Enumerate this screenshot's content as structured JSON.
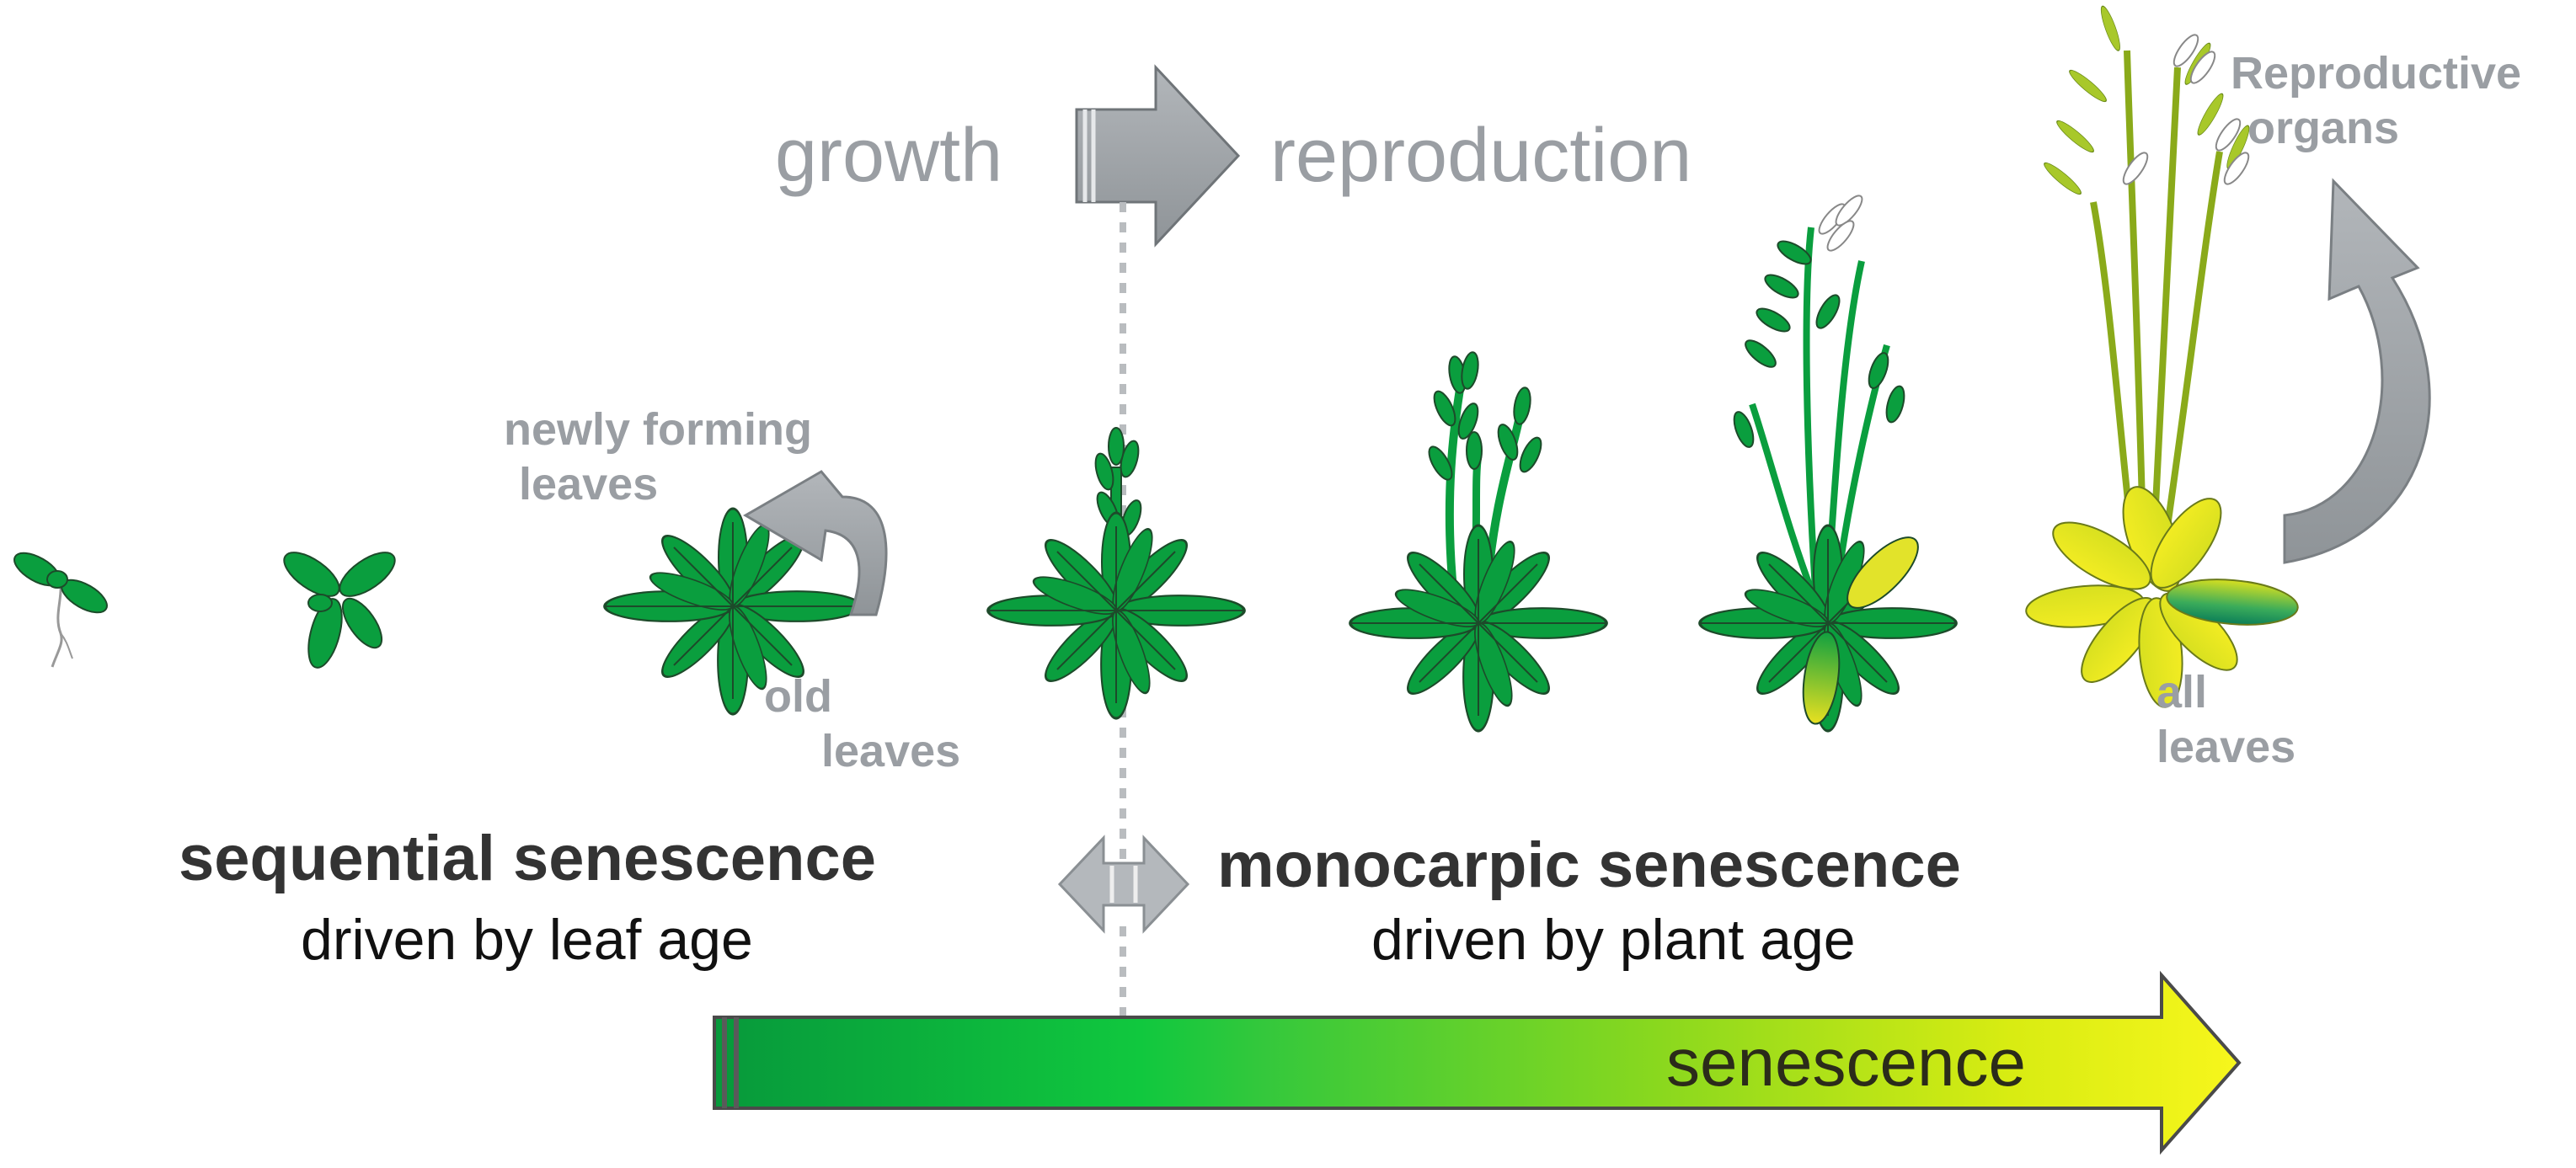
{
  "labels": {
    "growth": "growth",
    "reproduction": "reproduction",
    "newly_forming_leaves_1": "newly forming",
    "newly_forming_leaves_2": "leaves",
    "old_leaves_1": "old",
    "old_leaves_2": "leaves",
    "reproductive_organs_1": "Reproductive",
    "reproductive_organs_2": "organs",
    "all_leaves_1": "all",
    "all_leaves_2": "leaves",
    "sequential_title": "sequential senescence",
    "sequential_sub": "driven by leaf age",
    "monocarpic_title": "monocarpic senescence",
    "monocarpic_sub": "driven by plant age",
    "senescence": "senescence"
  },
  "colors": {
    "leaf_green": "#0a9e3e",
    "leaf_outline": "#1d4a2a",
    "stem_green": "#1a8a3a",
    "yellow_leaf": "#e8e020",
    "arrow_grey": "#a6aaae",
    "gradient_start": "#0aa23e",
    "gradient_mid": "#16c83c",
    "gradient_end": "#f4f51a"
  },
  "icons": {
    "plant_stages": [
      "seedling",
      "young-rosette",
      "rosette",
      "bolting-plant",
      "flowering-plant",
      "flowering-plant-senescing",
      "mature-plant-senescent"
    ]
  }
}
